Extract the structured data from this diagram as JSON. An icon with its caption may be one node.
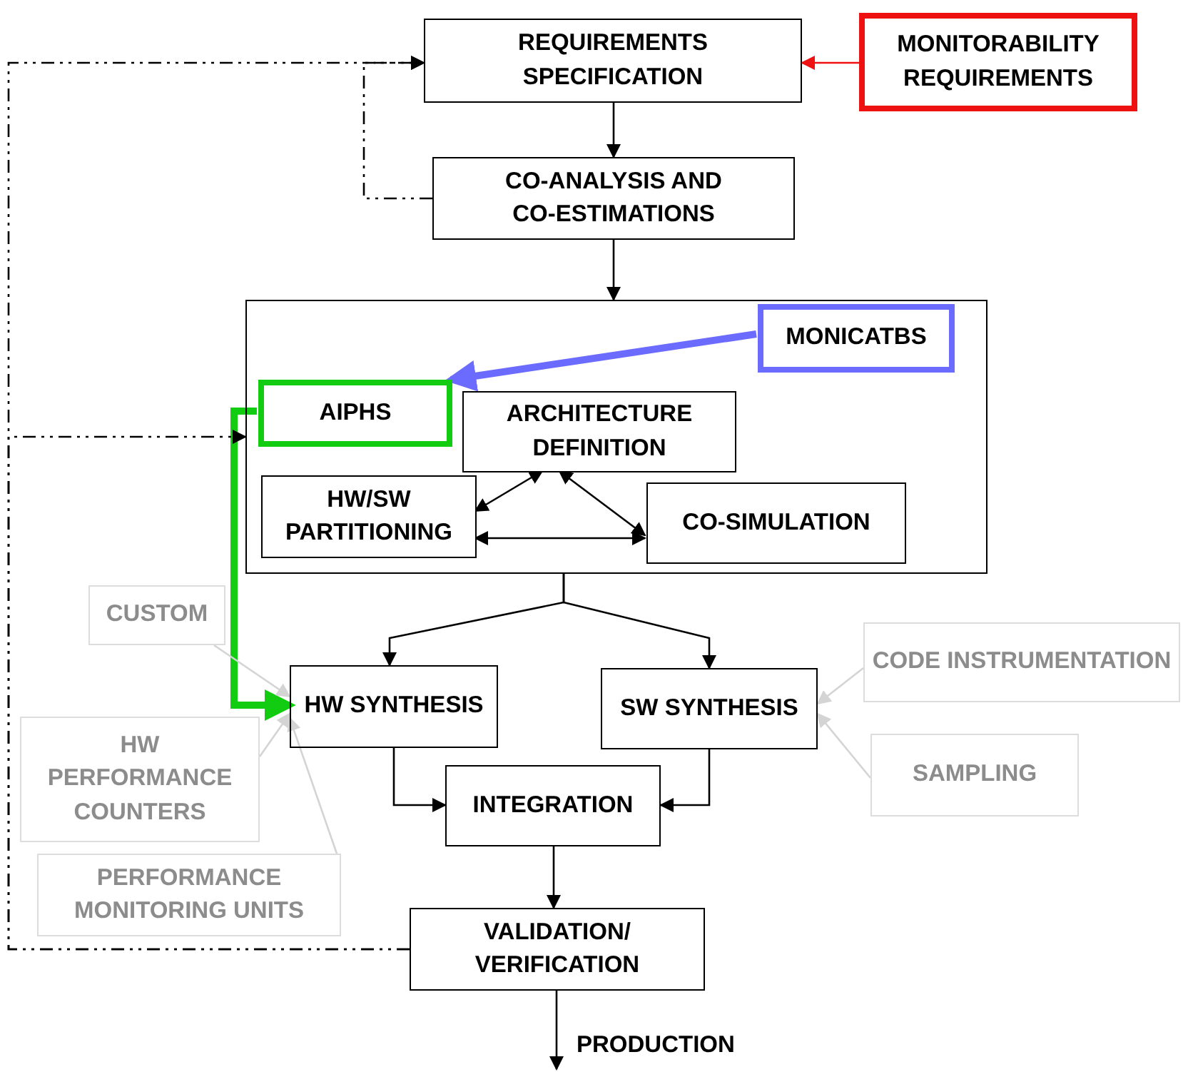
{
  "diagram": {
    "nodes": [
      {
        "text": [
          "REQUIREMENTS SPECIFICATION"
        ]
      },
      {
        "text": [
          "MONITORABILITY REQUIREMENTS"
        ]
      },
      {
        "text": [
          "CO-ANALYSIS AND CO-ESTIMATIONS"
        ]
      },
      {
        "text": [],
        "shape": "box"
      },
      {
        "text": [
          "MONICATBS"
        ],
        "in": 3
      },
      {
        "text": [
          "AIPHS"
        ],
        "in": 3
      },
      {
        "text": [
          "ARCHITECTURE DEFINITION"
        ],
        "in": 3
      },
      {
        "text": [
          "HW/SW PARTITIONING"
        ],
        "in": 3
      },
      {
        "text": [
          "CO-SIMULATION"
        ],
        "in": 3
      },
      {
        "text": [
          "CUSTOM"
        ]
      },
      {
        "text": [
          "HW SYNTHESIS"
        ]
      },
      {
        "text": [
          "SW SYNTHESIS"
        ]
      },
      {
        "text": [
          "CODE INSTRUMENTATION"
        ]
      },
      {
        "text": [
          "HW PERFORMANCE COUNTERS"
        ]
      },
      {
        "text": [
          "SAMPLING"
        ]
      },
      {
        "text": [
          "INTEGRATION"
        ]
      },
      {
        "text": [
          "PERFORMANCE MONITORING UNITS"
        ]
      },
      {
        "text": [
          "VALIDATION/ VERIFICATION"
        ]
      }
    ],
    "edges": [
      {
        "from": 1,
        "to": 0,
        "arrow": "to",
        "color": "#ee1111"
      },
      {
        "from": 0,
        "to": 2,
        "arrow": "to"
      },
      {
        "from": 2,
        "to": 3,
        "arrow": "to"
      },
      {
        "from": 4,
        "to": 5,
        "arrow": "to",
        "style": "thick",
        "color": "#6b6bff"
      },
      {
        "from": 6,
        "to": 7,
        "arrow": "both"
      },
      {
        "from": 6,
        "to": 8,
        "arrow": "both"
      },
      {
        "from": 7,
        "to": 8,
        "arrow": "both"
      },
      {
        "from": 3,
        "to": 10,
        "arrow": "to"
      },
      {
        "from": 3,
        "to": 11,
        "arrow": "to"
      },
      {
        "from": 5,
        "to": 10,
        "arrow": "to",
        "style": "thick",
        "color": "#11cc11"
      },
      {
        "from": 9,
        "to": 10,
        "arrow": "to",
        "color": "#d4d4d4"
      },
      {
        "from": 13,
        "to": 10,
        "arrow": "to",
        "color": "#d4d4d4"
      },
      {
        "from": 16,
        "to": 10,
        "arrow": "to",
        "color": "#d4d4d4"
      },
      {
        "from": 12,
        "to": 11,
        "arrow": "to",
        "color": "#d4d4d4"
      },
      {
        "from": 14,
        "to": 11,
        "arrow": "to",
        "color": "#d4d4d4"
      },
      {
        "from": 10,
        "to": 15,
        "arrow": "to"
      },
      {
        "from": 11,
        "to": 15,
        "arrow": "to"
      },
      {
        "from": 15,
        "to": 17,
        "arrow": "to"
      },
      {
        "from": 17,
        "to": null,
        "arrow": "to",
        "label": "PRODUCTION"
      },
      {
        "from": 2,
        "to": 0,
        "arrow": "to",
        "style": "dashed"
      },
      {
        "from": 17,
        "to": 0,
        "arrow": "to",
        "style": "dashed"
      },
      {
        "from": 17,
        "to": 3,
        "arrow": "to",
        "style": "dashed"
      }
    ]
  }
}
